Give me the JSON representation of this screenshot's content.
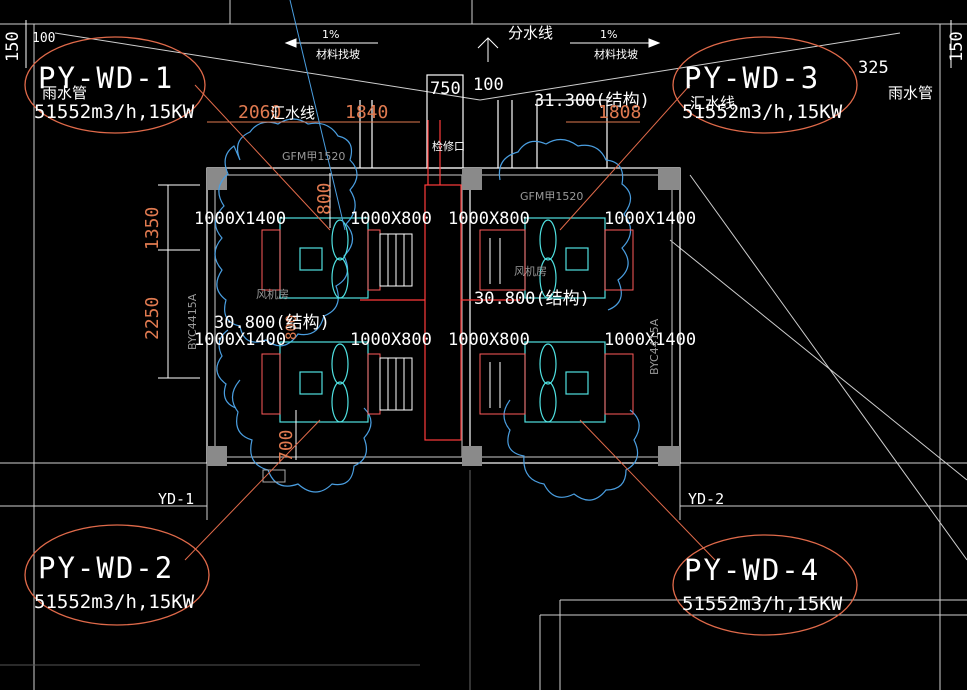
{
  "colors": {
    "background": "#000000",
    "line": "#ffffff",
    "grey": "#9a9a9a",
    "dim": "#e07a50",
    "cyan": "#4fe0e0",
    "blue": "#4a9ee0",
    "red": "#ff3b3b",
    "bubble": "#e06a4a"
  },
  "units": [
    {
      "id": "PY-WD-1",
      "spec": "51552m3/h,15KW"
    },
    {
      "id": "PY-WD-2",
      "spec": "51552m3/h,15KW"
    },
    {
      "id": "PY-WD-3",
      "spec": "51552m3/h,15KW"
    },
    {
      "id": "PY-WD-4",
      "spec": "51552m3/h,15KW"
    }
  ],
  "slope_labels": {
    "pct_left": "1%",
    "pct_right": "1%",
    "note_left": "材料找坡",
    "note_right": "材料找坡"
  },
  "water_labels": {
    "fenshui": "分水线",
    "huishui_left": "汇水线",
    "huishui_right": "汇水线",
    "rain_left": "雨水管",
    "rain_right": "雨水管"
  },
  "dimensions": {
    "d150": "150",
    "d100_top": "100",
    "d325": "325",
    "d2060": "2060",
    "d1840": "1840",
    "d750": "750",
    "d100": "100",
    "d1808": "1808",
    "d1350": "1350",
    "d2250": "2250",
    "d800v": "800",
    "d800m": "800",
    "d700": "700"
  },
  "elevations": {
    "top": "31.300(结构)",
    "left": "30.800(结构)",
    "right": "30.800(结构)"
  },
  "ducts": {
    "tl": "1000X1400",
    "tm_l": "1000X800",
    "tm_r": "1000X800",
    "tr": "1000X1400",
    "bl": "1000X1400",
    "bm_l": "1000X800",
    "bm_r": "1000X800",
    "br": "1000X1400"
  },
  "tags": {
    "gfm_left": "GFM甲1520",
    "gfm_right": "GFM甲1520",
    "access": "检修口",
    "fan_left": "风机房",
    "fan_right": "风机房",
    "byc_left": "BYC4415A",
    "byc_right": "BYC4415A",
    "yd1": "YD-1",
    "yd2": "YD-2"
  }
}
